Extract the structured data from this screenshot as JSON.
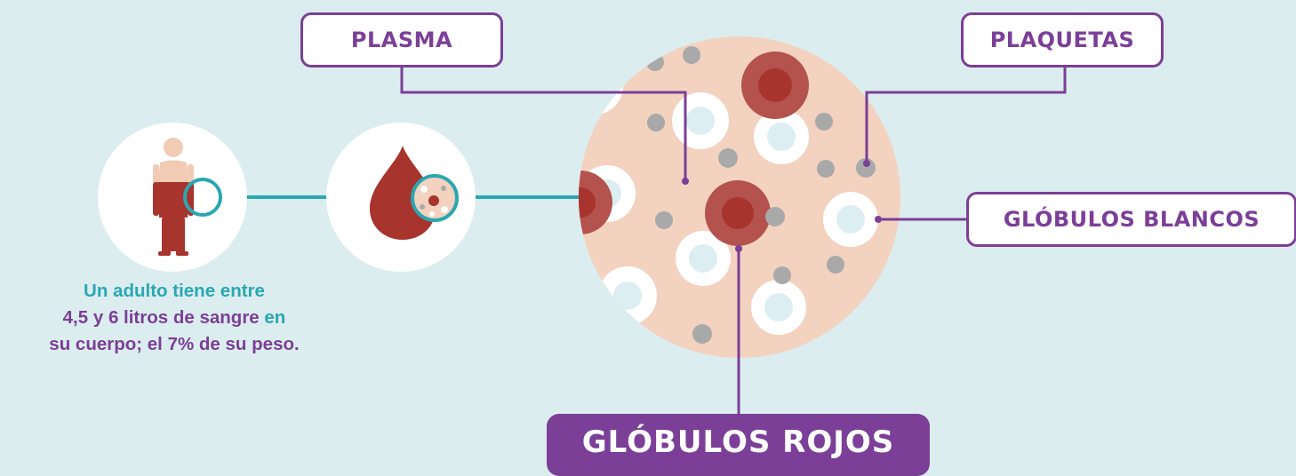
{
  "labels": {
    "plasma": "PLASMA",
    "plaquetas": "PLAQUETAS",
    "globulos_blancos": "GLÓBULOS BLANCOS",
    "globulos_rojos": "GLÓBULOS ROJOS"
  },
  "caption": {
    "line1": "Un adulto tiene entre",
    "line2_a": "4,5 y 6 litros de sangre",
    "line2_b": " en",
    "line3_a": "su cuerpo; el ",
    "line3_b": "7%",
    "line3_c": " de su peso."
  },
  "colors": {
    "background": "#dcedef",
    "accent_purple": "#7b3f98",
    "accent_teal": "#2aa7b1",
    "blood_red": "#a8342e",
    "plasma_pink": "#f3d2bf",
    "platelet_gray": "#a9a9a9"
  },
  "icons": [
    "human-figure-icon",
    "blood-drop-icon"
  ]
}
